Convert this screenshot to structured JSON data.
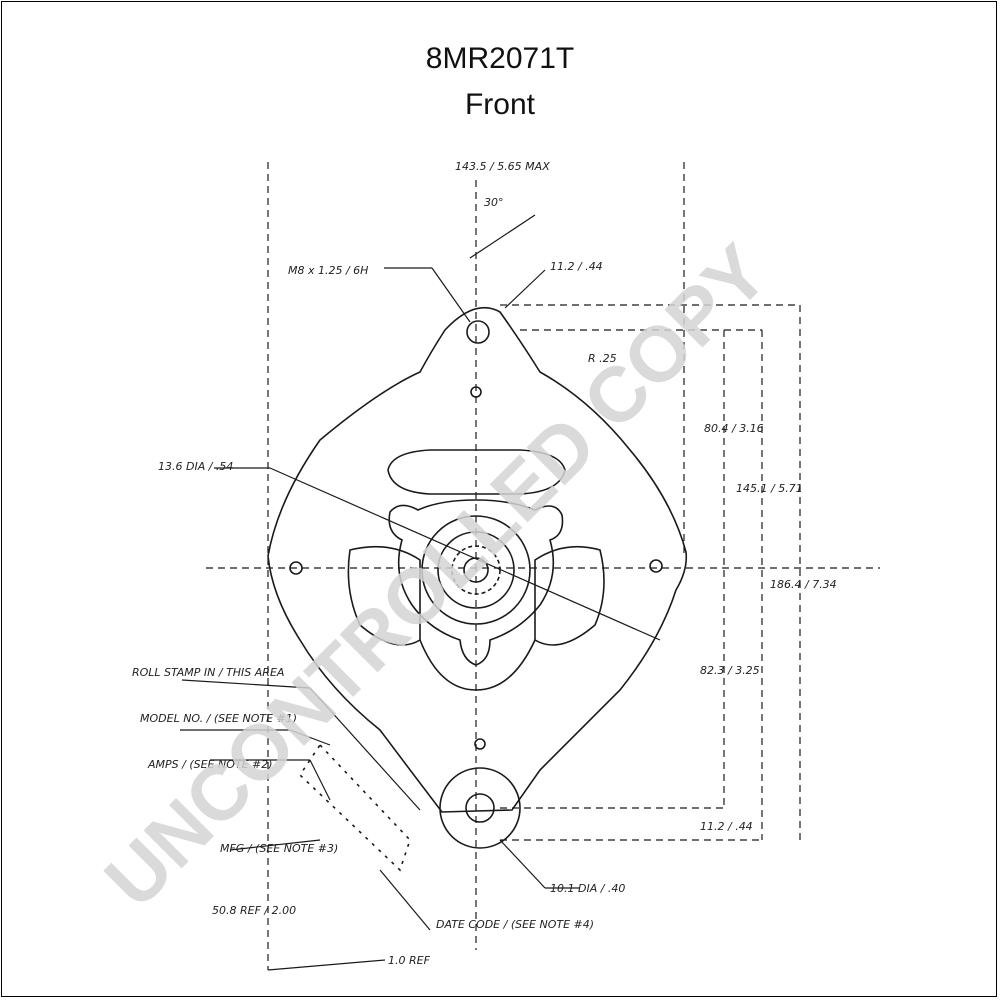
{
  "header": {
    "part_number": "8MR2071T",
    "view": "Front"
  },
  "watermark": "UNCONTROLLED COPY",
  "annotations": {
    "overall_width": "143.5 / 5.65 MAX",
    "angle": "30°",
    "thread": "M8 x 1.25 / 6H",
    "top_dim": "11.2 / .44",
    "small_dim": "R .25",
    "face_dia": "13.6 DIA / .54",
    "dim_upper": "80.4 / 3.16",
    "dim_center": "145.1 / 5.71",
    "dim_total": "186.4 / 7.34",
    "dim_lower": "82.3 / 3.25",
    "dim_bottom": "11.2 / .44",
    "roll_stamp": "ROLL STAMP IN / THIS AREA",
    "model_no": "MODEL NO. / (SEE NOTE #1)",
    "rating": "AMPS / (SEE NOTE #2)",
    "mfg": "MFG / (SEE NOTE #3)",
    "date_code": "DATE CODE / (SEE NOTE #4)",
    "dim_side": "50.8 REF / 2.00",
    "dim_lower_left": "1.0 REF",
    "pivot_dia": "10.1 DIA / .40"
  },
  "colors": {
    "line": "#1a1a1a",
    "watermark": "#d4d4d4"
  }
}
